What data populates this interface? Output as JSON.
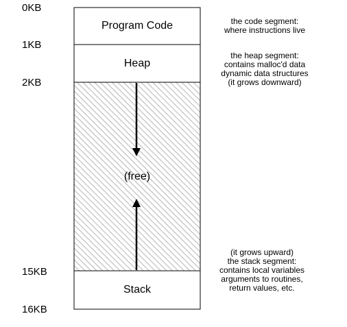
{
  "addresses": {
    "a0": "0KB",
    "a1": "1KB",
    "a2": "2KB",
    "a15": "15KB",
    "a16": "16KB"
  },
  "segments": {
    "code": "Program Code",
    "heap": "Heap",
    "free": "(free)",
    "stack": "Stack"
  },
  "notes": {
    "code": [
      "the code segment:",
      "where instructions live"
    ],
    "heap": [
      "the heap segment:",
      "contains malloc'd data",
      "dynamic data structures",
      "(it grows downward)"
    ],
    "stack": [
      "(it grows upward)",
      "the stack segment:",
      "contains local variables",
      "arguments to routines,",
      "return values, etc."
    ]
  },
  "colors": {
    "outline": "#000000",
    "hatch": "#b4b4b4",
    "background": "#ffffff"
  }
}
